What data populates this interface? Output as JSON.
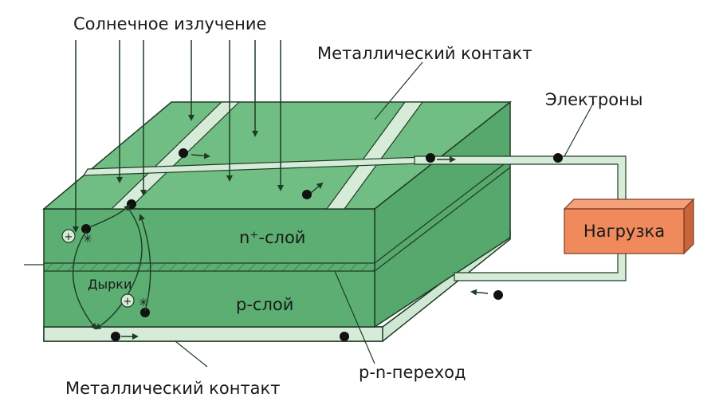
{
  "labels": {
    "sun": "Солнечное излучение",
    "metal_top": "Металлический контакт",
    "electrons": "Электроны",
    "load": "Нагрузка",
    "n_layer": "n⁺-слой",
    "p_layer": "р-слой",
    "holes": "Дырки",
    "pn": "р-n-переход",
    "metal_bottom": "Металлический контакт"
  },
  "symbols": {
    "hole": "+",
    "spark": "✳"
  },
  "colors": {
    "green_top": "#71be85",
    "green_front": "#5cae72",
    "green_side": "#56a86d",
    "grid": "#d6ecd9",
    "load": "#f08a5d",
    "load_dark": "#c9653b",
    "line": "#1f3b24"
  }
}
